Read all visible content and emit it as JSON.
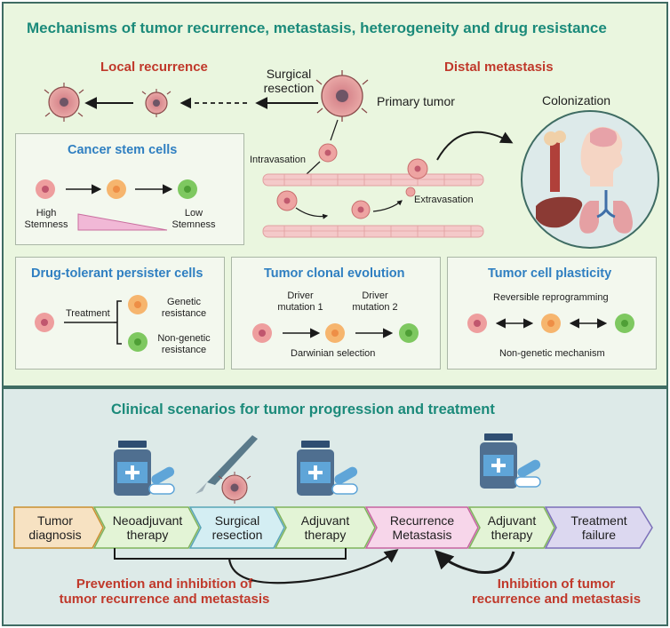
{
  "top": {
    "title": "Mechanisms of tumor recurrence, metastasis, heterogeneity and drug resistance",
    "local_recurrence": "Local recurrence",
    "distal_metastasis": "Distal metastasis",
    "surgical_resection_1": "Surgical",
    "surgical_resection_2": "resection",
    "primary_tumor": "Primary tumor",
    "colonization": "Colonization",
    "intravasation": "Intravasation",
    "extravasation": "Extravasation"
  },
  "csc": {
    "title": "Cancer stem cells",
    "high_1": "High",
    "high_2": "Stemness",
    "low_1": "Low",
    "low_2": "Stemness"
  },
  "dtp": {
    "title": "Drug-tolerant persister cells",
    "treatment": "Treatment",
    "genetic_1": "Genetic",
    "genetic_2": "resistance",
    "nongenetic_1": "Non-genetic",
    "nongenetic_2": "resistance"
  },
  "clonal": {
    "title": "Tumor clonal evolution",
    "driver1_1": "Driver",
    "driver1_2": "mutation 1",
    "driver2_1": "Driver",
    "driver2_2": "mutation 2",
    "selection": "Darwinian selection"
  },
  "plasticity": {
    "title": "Tumor cell plasticity",
    "reversible": "Reversible reprogramming",
    "nongenetic": "Non-genetic mechanism"
  },
  "bottom": {
    "title": "Clinical scenarios for tumor progression and treatment",
    "steps": [
      {
        "l1": "Tumor",
        "l2": "diagnosis"
      },
      {
        "l1": "Neoadjuvant",
        "l2": "therapy"
      },
      {
        "l1": "Surgical",
        "l2": "resection"
      },
      {
        "l1": "Adjuvant",
        "l2": "therapy"
      },
      {
        "l1": "Recurrence",
        "l2": "Metastasis"
      },
      {
        "l1": "Adjuvant",
        "l2": "therapy"
      },
      {
        "l1": "Treatment",
        "l2": "failure"
      }
    ],
    "prevention_1": "Prevention and inhibition of",
    "prevention_2": "tumor recurrence and metastasis",
    "inhibition_1": "Inhibition of tumor",
    "inhibition_2": "recurrence and metastasis"
  },
  "colors": {
    "teal_title": "#1b8a7a",
    "red_title": "#c0392b",
    "blue_title": "#2f7fc1",
    "step_tan": "#f7e2c2",
    "step_green": "#e3f4d6",
    "step_cyan": "#d4eef3",
    "step_pink": "#f7d6ea",
    "step_lavender": "#dcd8f0"
  },
  "icons": [
    "tumor-cell-icon",
    "stem-cell-icon",
    "blood-vessel-icon",
    "bone-icon",
    "brain-head-icon",
    "liver-icon",
    "lungs-icon",
    "medicine-bottle-icon",
    "capsule-icon",
    "scalpel-icon"
  ]
}
